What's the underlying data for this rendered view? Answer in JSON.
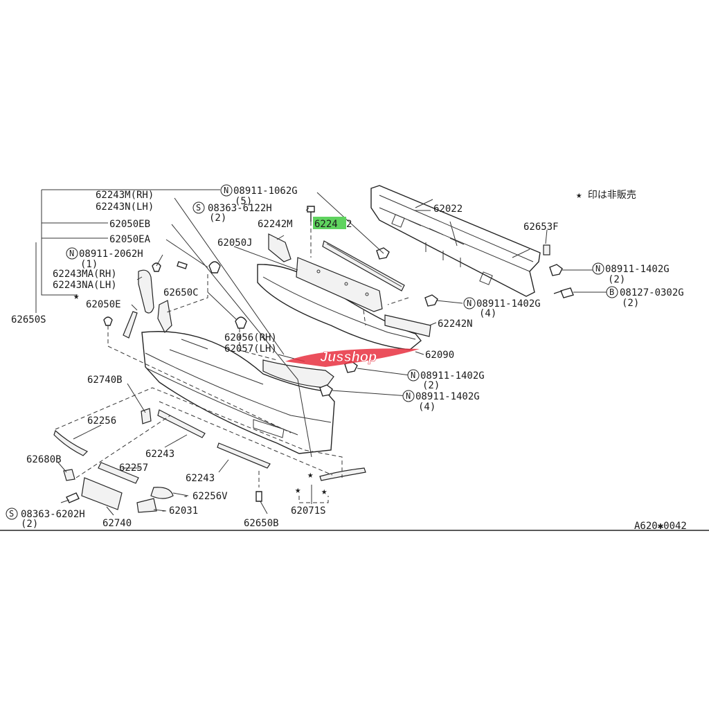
{
  "note": "★ 印は非販売",
  "diagram_code": "A620✱0042",
  "watermark": "Jusshop",
  "highlight_color": "#5fd35f",
  "prefix_n": "N",
  "prefix_s": "S",
  "prefix_b": "B",
  "labels": {
    "p62243m": "62243M(RH)",
    "p62243n": "62243N(LH)",
    "p62050eb": "62050EB",
    "p62050ea": "62050EA",
    "n08911_2062h": "08911-2062H",
    "q62050ea": "(1)",
    "p62243ma": "62243MA(RH)",
    "p62243na": "62243NA(LH)",
    "p62650s": "62650S",
    "p62050e": "62050E",
    "p62650c": "62650C",
    "n08911_1062g": "08911-1062G",
    "q_1062g": "(5)",
    "s08363_6122h": "08363-6122H",
    "q_6122h": "(2)",
    "p62242m": "62242M",
    "p62242_a": "6224",
    "p62242_b": "2",
    "p62050j": "62050J",
    "p62022": "62022",
    "p62653f": "62653F",
    "n08911_1402g_a": "08911-1402G",
    "q_1402g_a": "(2)",
    "b08127_0302g": "08127-0302G",
    "q_0302g": "(2)",
    "n08911_1402g_b": "08911-1402G",
    "q_1402g_b": "(4)",
    "p62242n": "62242N",
    "p62056": "62056(RH)",
    "p62057": "62057(LH)",
    "p62090": "62090",
    "n08911_1402g_c": "08911-1402G",
    "q_1402g_c": "(2)",
    "n08911_1402g_d": "08911-1402G",
    "q_1402g_d": "(4)",
    "p62740b": "62740B",
    "p62256": "62256",
    "p62243_a": "62243",
    "p62680b": "62680B",
    "p62257": "62257",
    "p62243_b": "62243",
    "p62256v": "62256V",
    "s08363_6202h": "08363-6202H",
    "q_6202h": "(2)",
    "p62740": "62740",
    "p62031": "62031",
    "p62650b": "62650B",
    "p62071s": "62071S"
  }
}
